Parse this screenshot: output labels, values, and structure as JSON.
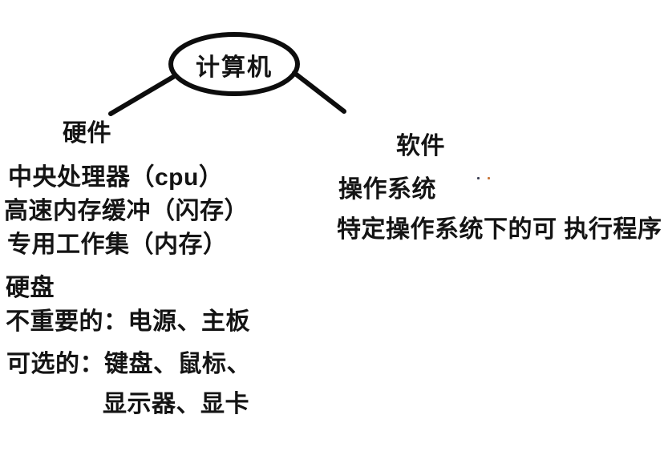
{
  "colors": {
    "ink": "#141414",
    "stroke": "#0d0d0d",
    "background": "#ffffff"
  },
  "diagram": {
    "root": {
      "label": "计算机"
    },
    "branches": [
      {
        "label": "硬件",
        "items": [
          "中央处理器（cpu）",
          "高速内存缓冲（闪存）",
          "专用工作集（内存）",
          "硬盘",
          "不重要的：电源、主板",
          "可选的：键盘、鼠标、",
          "显示器、显卡"
        ]
      },
      {
        "label": "软件",
        "items": [
          "操作系统",
          "特定操作系统下的可 执行程序"
        ]
      }
    ]
  }
}
